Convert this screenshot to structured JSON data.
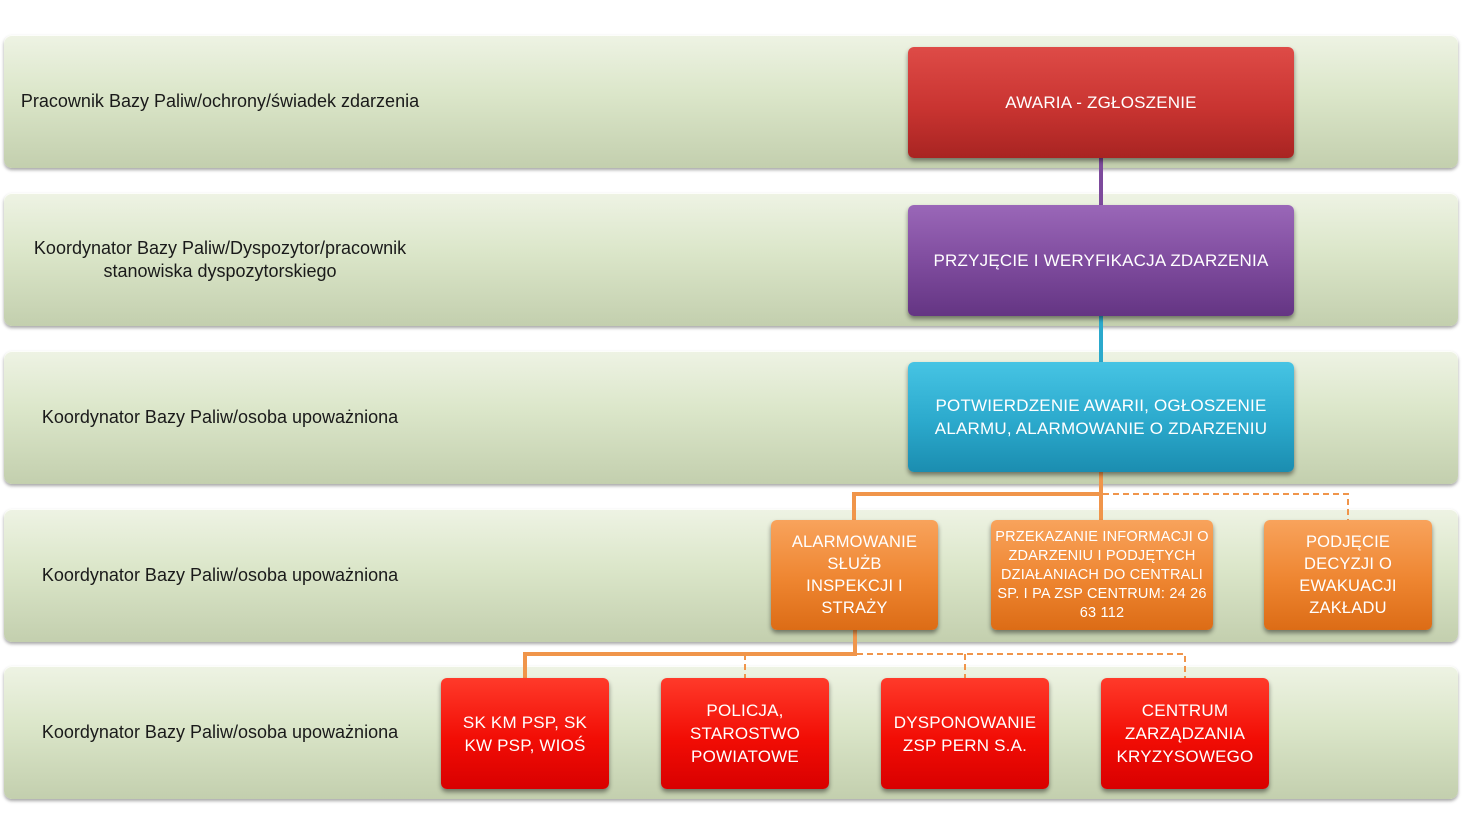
{
  "lanes": [
    {
      "label": "Pracownik Bazy Paliw/ochrony/świadek zdarzenia"
    },
    {
      "label": "Koordynator Bazy Paliw/Dyspozytor/pracownik stanowiska dyspozytorskiego"
    },
    {
      "label": "Koordynator Bazy Paliw/osoba upoważniona"
    },
    {
      "label": "Koordynator Bazy Paliw/osoba upoważniona"
    },
    {
      "label": "Koordynator Bazy Paliw/osoba upoważniona"
    }
  ],
  "boxes": {
    "report": "AWARIA - ZGŁOSZENIE",
    "verify": "PRZYJĘCIE I WERYFIKACJA ZDARZENIA",
    "confirm": "POTWIERDZENIE AWARII, OGŁOSZENIE ALARMU, ALARMOWANIE O ZDARZENIU",
    "alarm_services": "ALARMOWANIE SŁUŻB INSPEKCJI I STRAŻY",
    "inform_central": "PRZEKAZANIE INFORMACJI O ZDARZENIU I PODJĘTYCH DZIAŁANIACH DO CENTRALI SP. I PA ZSP CENTRUM:  24 26 63 112",
    "evacuation": "PODJĘCIE DECYZJI O EWAKUACJI ZAKŁADU",
    "psp": "SK KM PSP, SK KW PSP, WIOŚ",
    "police": "POLICJA, STAROSTWO POWIATOWE",
    "dispatch": "DYSPONOWANIE ZSP PERN S.A.",
    "crisis": "CENTRUM ZARZĄDZANIA KRYZYSOWEGO"
  },
  "colors": {
    "lane": "#dbe6c9",
    "red": "#c93431",
    "purple": "#7d4a9c",
    "cyan": "#2ba9cc",
    "orange": "#ee8530",
    "bright_red": "#f20d05",
    "connector_purple": "#7d4a9c",
    "connector_cyan": "#2ba9cc",
    "connector_orange": "#f0954a"
  }
}
